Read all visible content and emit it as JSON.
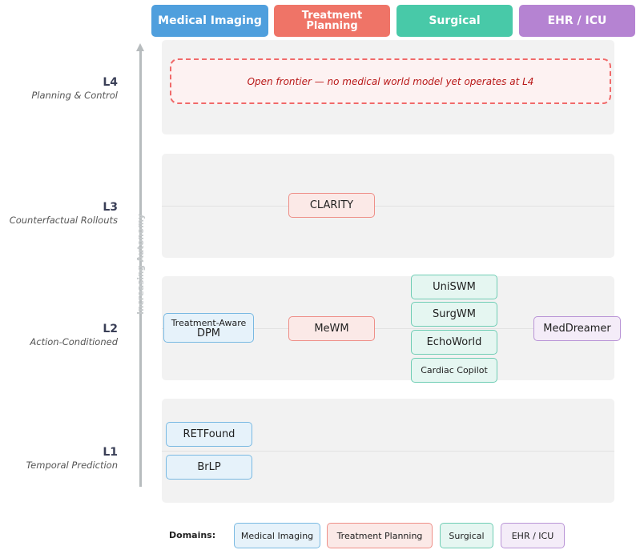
{
  "domains": [
    {
      "id": "imaging",
      "label": "Medical Imaging",
      "color": "#4f9fdd"
    },
    {
      "id": "treatment",
      "label": "Treatment\nPlanning",
      "color": "#ef7467"
    },
    {
      "id": "surgical",
      "label": "Surgical",
      "color": "#48c9a8"
    },
    {
      "id": "ehr",
      "label": "EHR / ICU",
      "color": "#b583d2"
    }
  ],
  "axis_label": "Increasing Autonomy",
  "levels": [
    {
      "num": "L4",
      "name": "Planning & Control"
    },
    {
      "num": "L3",
      "name": "Counterfactual Rollouts"
    },
    {
      "num": "L2",
      "name": "Action-Conditioned"
    },
    {
      "num": "L1",
      "name": "Temporal Prediction"
    }
  ],
  "frontier_text": "Open frontier — no medical world model yet operates at L4",
  "models": {
    "clarity": "CLARITY",
    "dpm_line1": "Treatment-Aware",
    "dpm_line2": "DPM",
    "mewm": "MeWM",
    "uniswm": "UniSWM",
    "surgwm": "SurgWM",
    "echoworld": "EchoWorld",
    "cardiac_copilot": "Cardiac Copilot",
    "meddreamer": "MedDreamer",
    "retfound": "RETFound",
    "brlp": "BrLP"
  },
  "legend": {
    "title": "Domains:",
    "items": [
      "Medical Imaging",
      "Treatment Planning",
      "Surgical",
      "EHR / ICU"
    ]
  }
}
